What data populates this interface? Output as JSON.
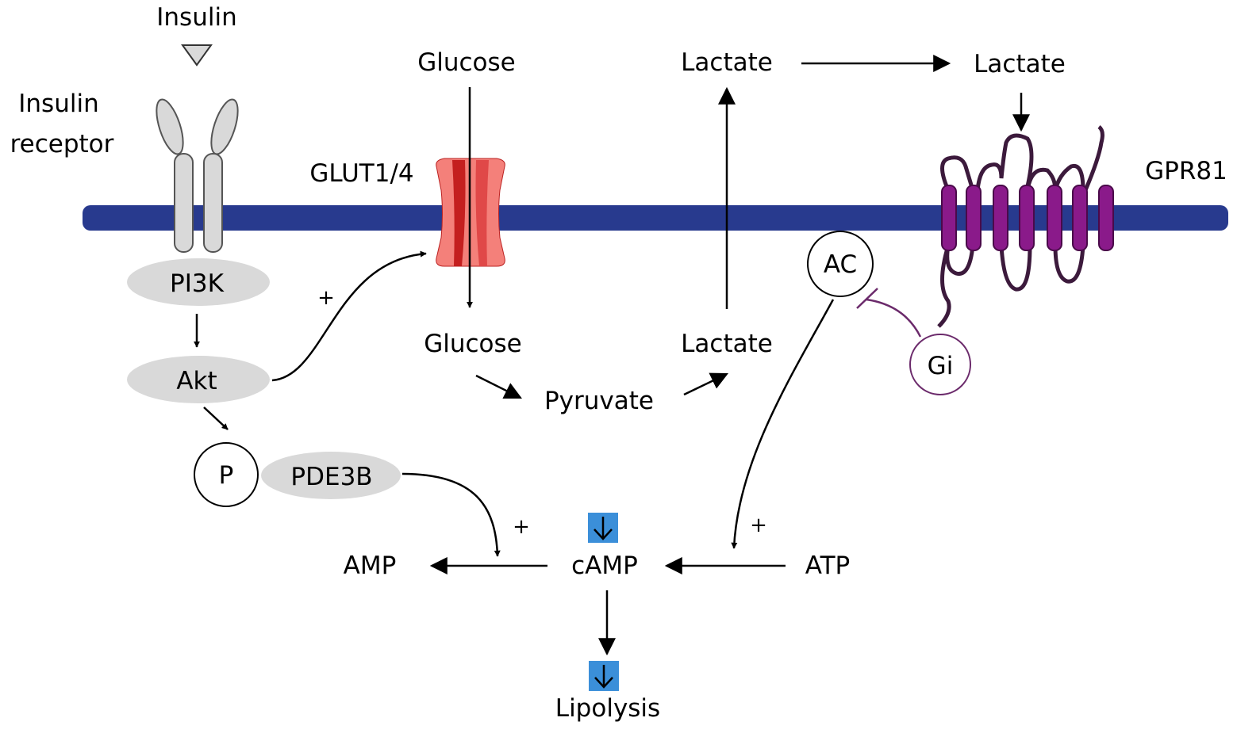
{
  "labels": {
    "insulin": "Insulin",
    "insulin_receptor_line1": "Insulin",
    "insulin_receptor_line2": "receptor",
    "pi3k": "PI3K",
    "akt": "Akt",
    "p": "P",
    "pde3b": "PDE3B",
    "glut": "GLUT1/4",
    "glucose_out": "Glucose",
    "glucose_in": "Glucose",
    "pyruvate": "Pyruvate",
    "lactate_in": "Lactate",
    "lactate_out": "Lactate",
    "lactate_ext": "Lactate",
    "gpr81": "GPR81",
    "ac": "AC",
    "gi": "Gi",
    "amp": "AMP",
    "camp": "cAMP",
    "atp": "ATP",
    "lipolysis": "Lipolysis",
    "plus_akt": "+",
    "plus_pde": "+",
    "plus_ac": "+"
  },
  "colors": {
    "membrane": "#283a8e",
    "receptor_fill": "#d9d9d9",
    "enzyme_fill": "#d9d9d9",
    "glut_fill": "#f4807a",
    "glut_dark": "#d42a2a",
    "gpr81": "#8a1a8a",
    "gpr81_loop": "#3c1a3c",
    "decrease_box": "#3b8fd9",
    "gi_stroke": "#6b2a6b"
  },
  "icons": {
    "decrease": "down-arrow-icon"
  }
}
